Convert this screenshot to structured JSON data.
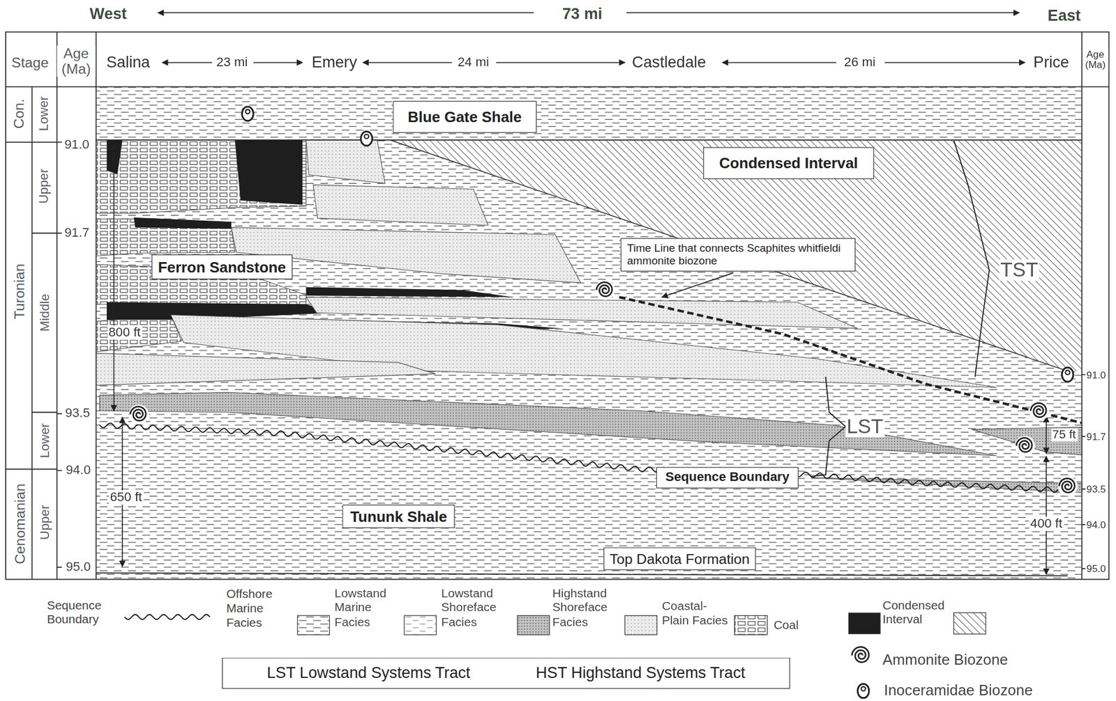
{
  "diagram": {
    "nodes": [
      {
        "text": [
          "Blue Gate Shale"
        ]
      },
      {
        "text": [
          "Condensed Interval"
        ]
      },
      {
        "text": [
          "Time Line that connects Scaphites whitfieldi ammonite biozone"
        ]
      },
      {
        "text": [
          "Ferron Sandstone"
        ]
      },
      {
        "text": [
          "Sequence Boundary"
        ]
      },
      {
        "text": [
          "Tununk Shale"
        ]
      },
      {
        "text": [
          "Top Dakota Formation"
        ]
      },
      {
        "text": [
          "LST Lowstand Systems Tract",
          "HST Highstand Systems Tract"
        ]
      }
    ],
    "labels": [
      "West",
      "73 mi",
      "East",
      "Stage",
      "Age (Ma)",
      "Salina",
      "23 mi",
      "Emery",
      "24 mi",
      "Castledale",
      "26 mi",
      "Price",
      "Age (Ma)",
      "Con.",
      "Lower",
      "Upper",
      "Turonian",
      "Middle",
      "Lower",
      "Cenomanian",
      "Upper",
      "91.0",
      "91.7",
      "93.5",
      "94.0",
      "95.0",
      "91.0",
      "91.7",
      "93.5",
      "94.0",
      "95.0",
      "800 ft",
      "650 ft",
      "75 ft",
      "400 ft",
      "TST",
      "LST"
    ],
    "legend": [
      {
        "text": "Sequence Boundary"
      },
      {
        "text": "Offshore Marine Facies"
      },
      {
        "text": "Lowstand Marine Facies"
      },
      {
        "text": "Lowstand Shoreface Facies"
      },
      {
        "text": "Highstand Shoreface Facies"
      },
      {
        "text": "Coastal-Plain Facies"
      },
      {
        "text": "Coal",
        "color": "#1e1e1e"
      },
      {
        "text": "Condensed Interval"
      },
      {
        "text": "Ammonite Biozone"
      },
      {
        "text": "Inoceramidae Biozone"
      }
    ]
  }
}
